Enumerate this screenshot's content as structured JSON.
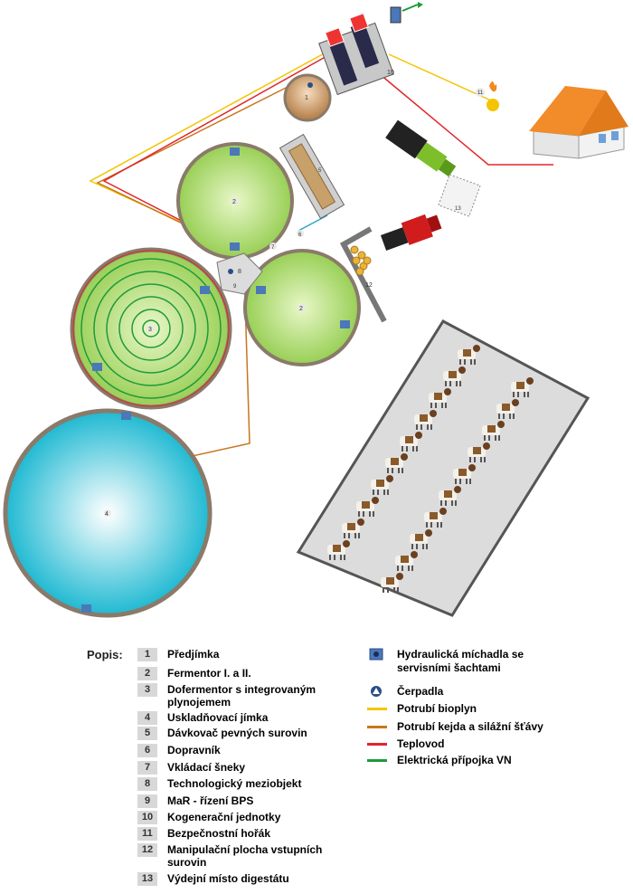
{
  "title": "Popis:",
  "legend_numbers": [
    {
      "num": "1",
      "label": "Předjímka"
    },
    {
      "num": "2",
      "label": "Fermentor I. a II."
    },
    {
      "num": "3",
      "label": "Dofermentor s integrovaným plynojemem"
    },
    {
      "num": "4",
      "label": "Uskladňovací jímka"
    },
    {
      "num": "5",
      "label": "Dávkovač pevných surovin"
    },
    {
      "num": "6",
      "label": "Dopravník"
    },
    {
      "num": "7",
      "label": "Vkládací šneky"
    },
    {
      "num": "8",
      "label": "Technologický meziobjekt"
    },
    {
      "num": "9",
      "label": "MaR - řízení BPS"
    },
    {
      "num": "10",
      "label": "Kogenerační jednotky"
    },
    {
      "num": "11",
      "label": "Bezpečnostní hořák"
    },
    {
      "num": "12",
      "label": "Manipulační plocha vstupních surovin"
    },
    {
      "num": "13",
      "label": "Výdejní místo digestátu"
    }
  ],
  "legend_symbols": [
    {
      "icon": "mixer-icon",
      "label": "Hydraulická míchadla se servisními šachtami"
    },
    {
      "icon": "pump-icon",
      "label": "Čerpadla"
    },
    {
      "icon": "line",
      "color": "#f5c400",
      "label": "Potrubí bioplyn"
    },
    {
      "icon": "line",
      "color": "#c8761e",
      "label": "Potrubí kejda a silážní šťávy"
    },
    {
      "icon": "line",
      "color": "#e0262b",
      "label": "Teplovod"
    },
    {
      "icon": "line",
      "color": "#1f9a3a",
      "label": "Elektrická přípojka VN"
    }
  ],
  "plan_labels": {
    "n1": "1",
    "n2a": "2",
    "n2b": "2",
    "n3": "3",
    "n4": "4",
    "n5": "5",
    "n6": "6",
    "n7": "7",
    "n8": "8",
    "n9": "9",
    "n10": "10",
    "n11": "11",
    "n12": "12",
    "n13": "13"
  },
  "colors": {
    "fermenter_fill": "#a9d86e",
    "storage_fill": "#2cc3d8",
    "rim": "#8a7a6a",
    "biogas": "#f5c400",
    "slurry": "#c8761e",
    "heat": "#e0262b",
    "electric": "#1f9a3a",
    "barn": "#dcdcdc"
  }
}
